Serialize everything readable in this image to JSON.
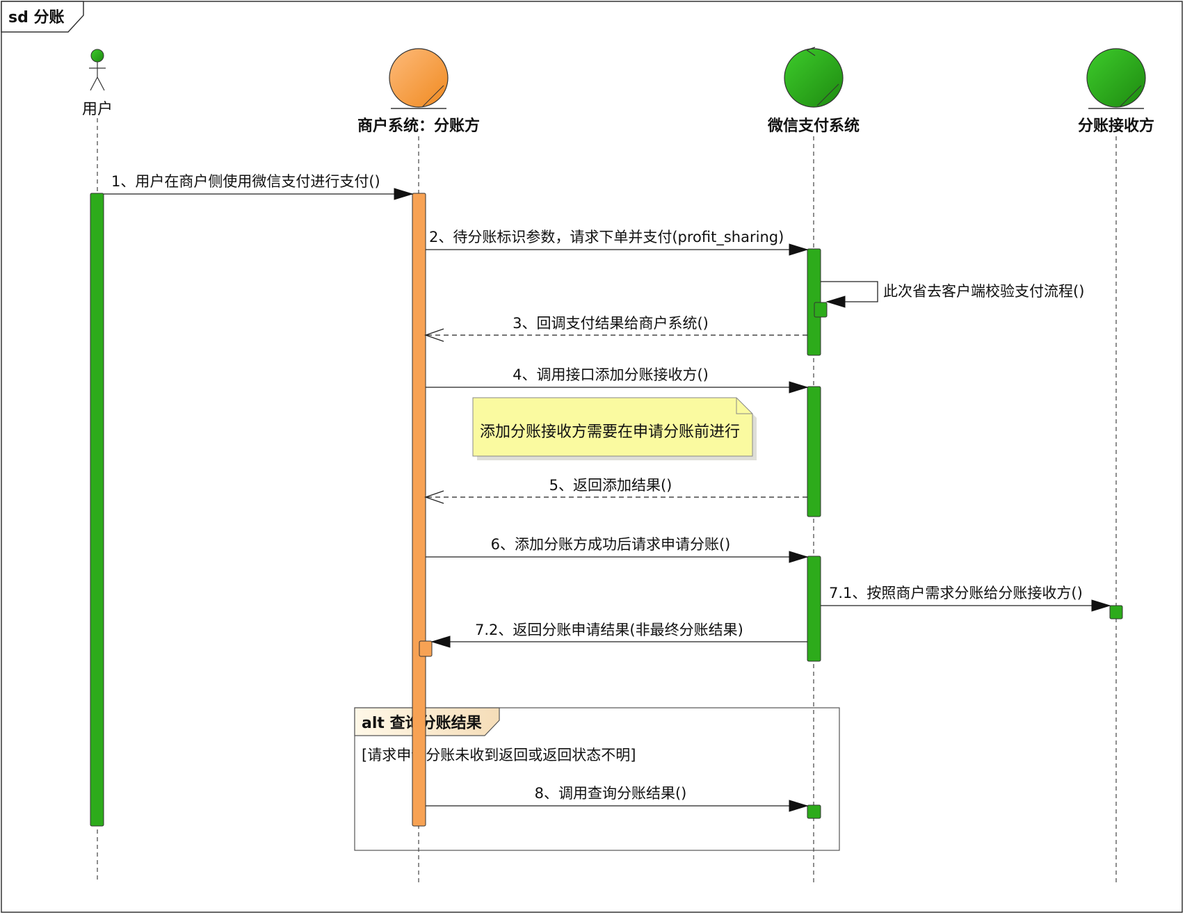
{
  "diagram": {
    "frame_title": "sd 分账",
    "participants": {
      "user": {
        "label": "用户",
        "kind": "actor",
        "icon": "actor-icon"
      },
      "merchant": {
        "label": "商户系统：分账方",
        "kind": "entity",
        "color": "#F7A254",
        "icon": "entity-icon"
      },
      "wechat": {
        "label": "微信支付系统",
        "kind": "control",
        "color": "#2DAB1B",
        "icon": "control-icon"
      },
      "receiver": {
        "label": "分账接收方",
        "kind": "entity",
        "color": "#2DAB1B",
        "icon": "entity-icon"
      }
    },
    "messages": {
      "m1": "1、用户在商户侧使用微信支付进行支付()",
      "m2": "2、待分账标识参数，请求下单并支付(profit_sharing)",
      "self": "此次省去客户端校验支付流程()",
      "m3": "3、回调支付结果给商户系统()",
      "m4": "4、调用接口添加分账接收方()",
      "m5": "5、返回添加结果()",
      "m6": "6、添加分账方成功后请求申请分账()",
      "m71": "7.1、按照商户需求分账给分账接收方()",
      "m72": "7.2、返回分账申请结果(非最终分账结果)",
      "m8": "8、调用查询分账结果()"
    },
    "note": "添加分账接收方需要在申请分账前进行",
    "alt": {
      "title": "alt 查询分账结果",
      "guard": "[请求申请分账未收到返回或返回状态不明]"
    },
    "colors": {
      "green": "#2DAB1B",
      "orange": "#F7A254",
      "note": "#FAFAA0"
    }
  }
}
